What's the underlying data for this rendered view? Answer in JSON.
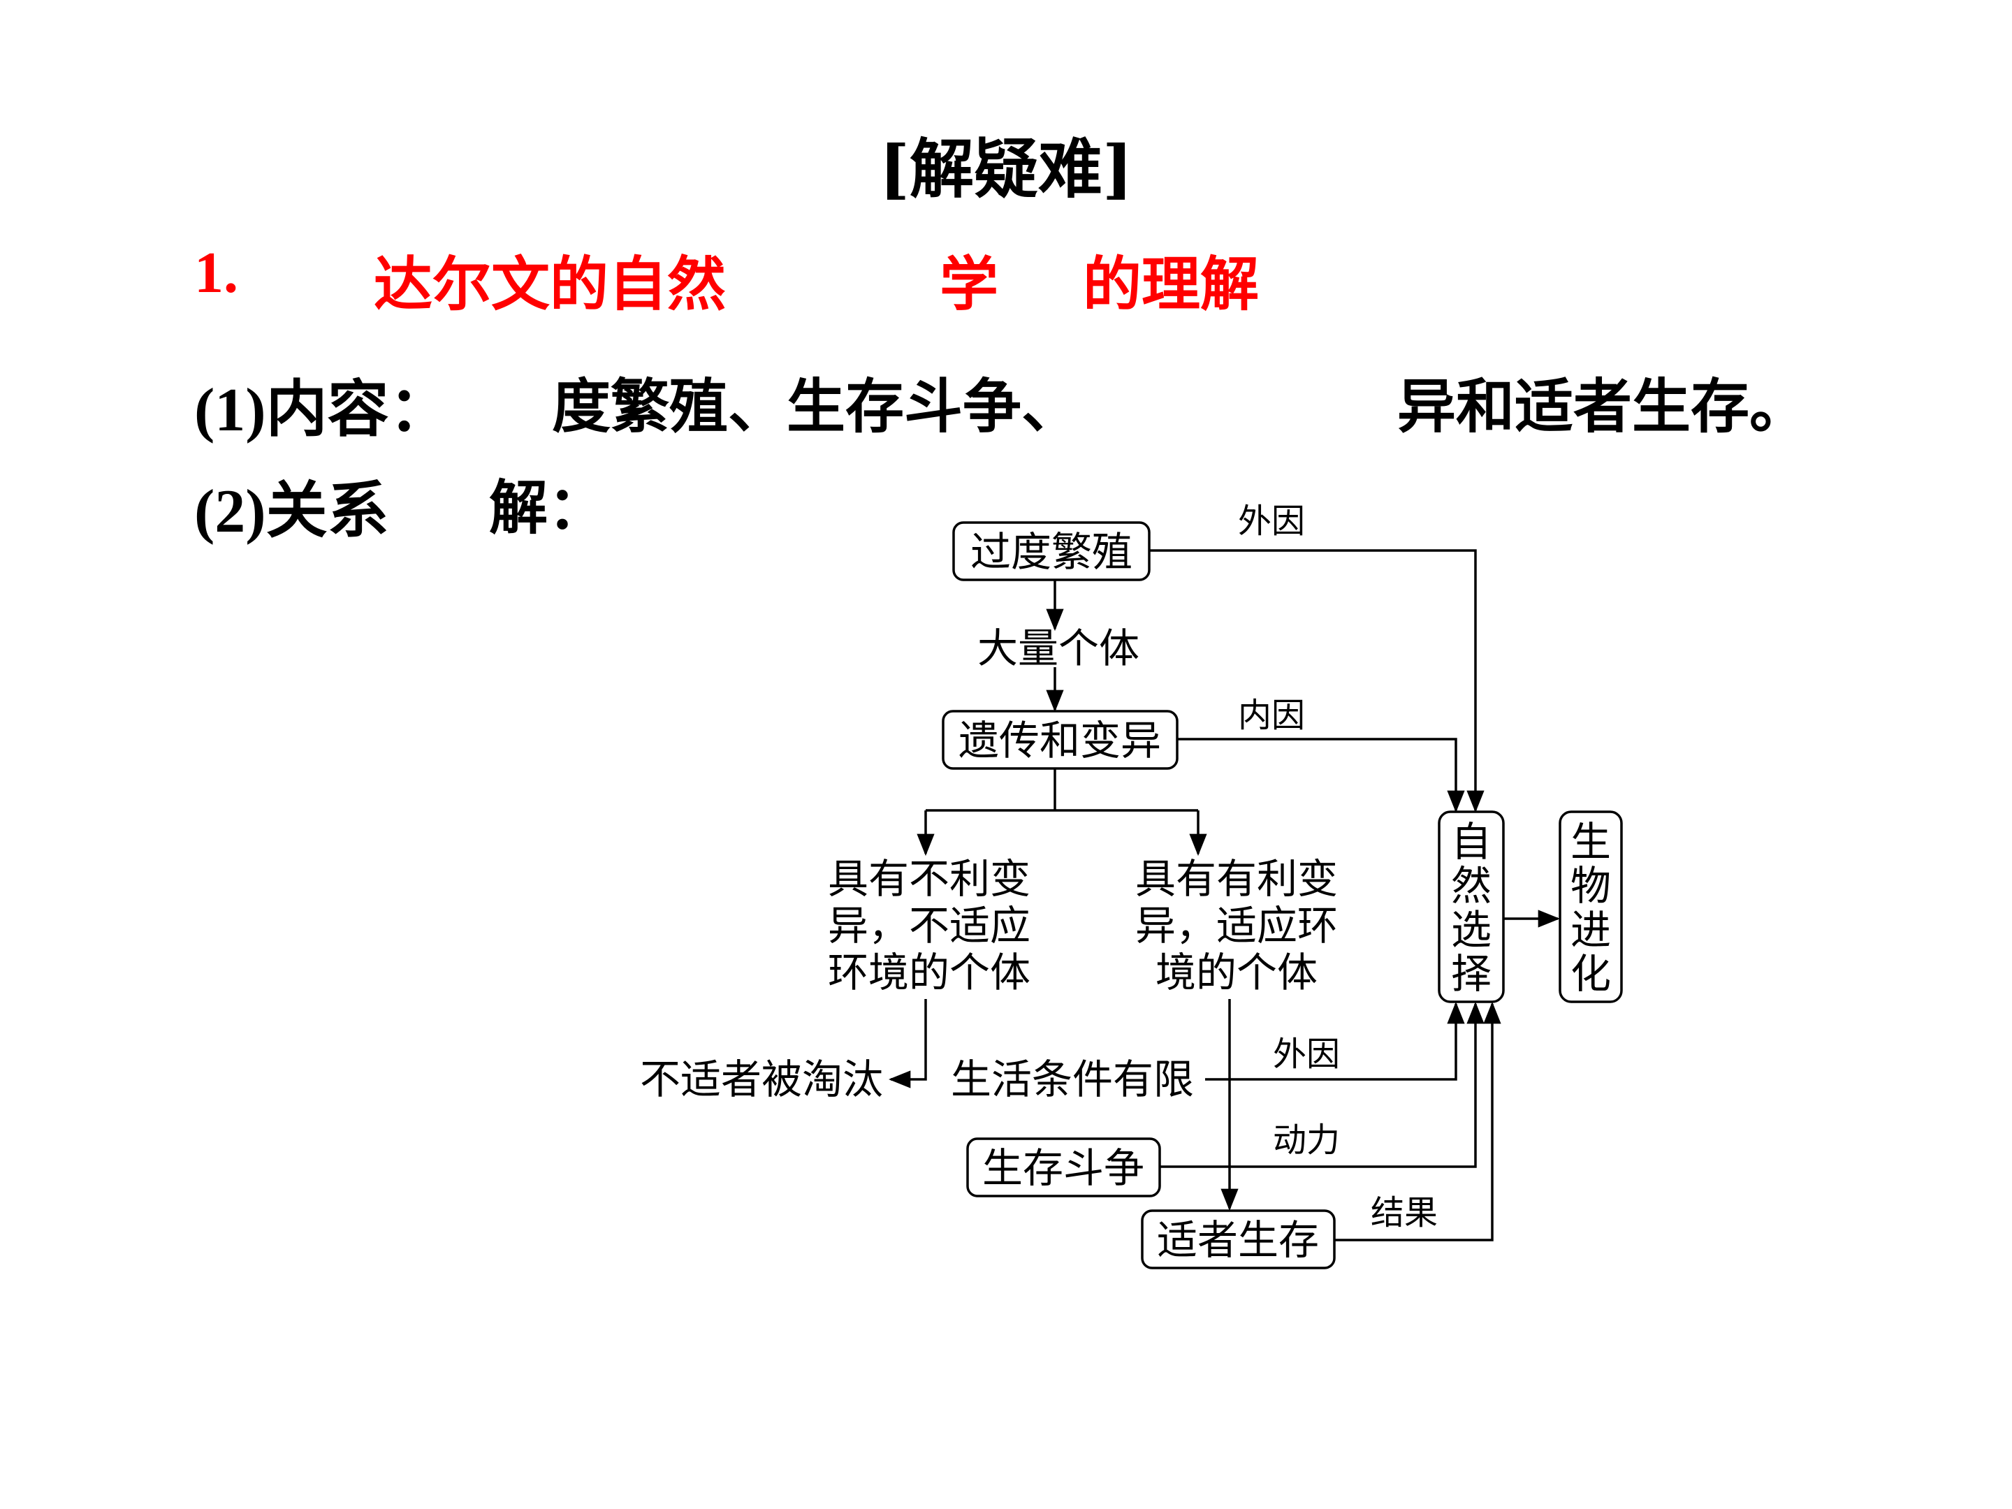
{
  "header": {
    "title": "[解疑难]"
  },
  "section": {
    "number": "1.",
    "part1": "达尔文的自然",
    "part2": "学",
    "part3": "的理解"
  },
  "content": {
    "label": "(1)内容：",
    "seg1": "度繁殖、生存斗争、",
    "seg2": "异和适者生存。"
  },
  "relation": {
    "label": "(2)关系",
    "label2": "解："
  },
  "diagram": {
    "over_reproduction": "过度繁殖",
    "many_individuals": "大量个体",
    "heredity_variation": "遗传和变异",
    "unfavorable": [
      "具有不利变",
      "异，不适应",
      "环境的个体"
    ],
    "favorable": [
      "具有有利变",
      "异，适应环",
      "境的个体"
    ],
    "unfit_eliminated": "不适者被淘汰",
    "limited_conditions": "生活条件有限",
    "struggle": "生存斗争",
    "survival_fittest": "适者生存",
    "natural_selection": [
      "自",
      "然",
      "选",
      "择"
    ],
    "evolution": [
      "生",
      "物",
      "进",
      "化"
    ],
    "external_cause_top": "外因",
    "internal_cause": "内因",
    "external_cause_mid": "外因",
    "driving_force": "动力",
    "result": "结果"
  }
}
